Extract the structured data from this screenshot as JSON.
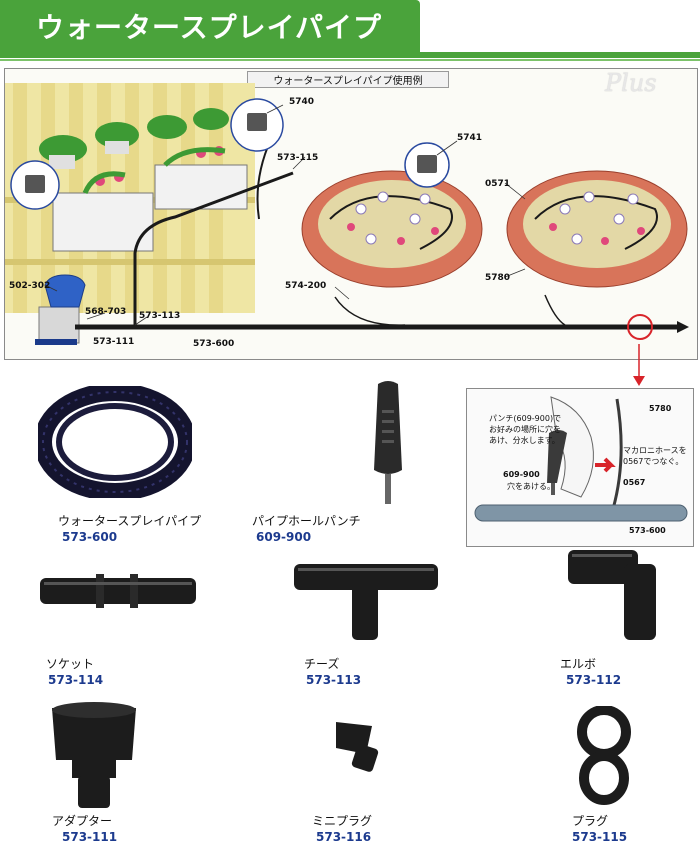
{
  "header": {
    "title": "ウォータースプレイパイプ"
  },
  "diagram": {
    "title": "ウォータースプレイパイプ使用例",
    "logo": "Plus",
    "labels": {
      "l5740": "5740",
      "l573_115": "573-115",
      "l5741": "5741",
      "l0571": "0571",
      "l5780": "5780",
      "l574_200": "574-200",
      "l502_302": "502-302",
      "l568_703": "568-703",
      "l573_113": "573-113",
      "l573_111": "573-111",
      "l573_600": "573-600"
    }
  },
  "detail": {
    "note_left_1": "パンチ(609-900)で",
    "note_left_2": "お好みの場所に穴を",
    "note_left_3": "あけ、分水します。",
    "code_5780": "5780",
    "note_right_1": "マカロニホースを",
    "note_right_2": "0567でつなぐ。",
    "code_609_900": "609-900",
    "hole_text": "穴をあける。",
    "code_0567": "0567",
    "code_573_600": "573-600"
  },
  "products": [
    {
      "name": "ウォータースプレイパイプ",
      "code": "573-600",
      "icon": "coiled-pipe-icon"
    },
    {
      "name": "パイプホールパンチ",
      "code": "609-900",
      "icon": "hole-punch-icon"
    },
    {
      "name": "ソケット",
      "code": "573-114",
      "icon": "socket-icon"
    },
    {
      "name": "チーズ",
      "code": "573-113",
      "icon": "tee-icon"
    },
    {
      "name": "エルボ",
      "code": "573-112",
      "icon": "elbow-icon"
    },
    {
      "name": "アダプター",
      "code": "573-111",
      "icon": "adapter-icon"
    },
    {
      "name": "ミニプラグ",
      "code": "573-116",
      "icon": "mini-plug-icon"
    },
    {
      "name": "プラグ",
      "code": "573-115",
      "icon": "plug-icon"
    }
  ],
  "colors": {
    "header_green": "#4aa33b",
    "code_blue": "#1c3a8e",
    "pipe_black": "#1a1a1a",
    "highlight_red": "#d8242a"
  }
}
